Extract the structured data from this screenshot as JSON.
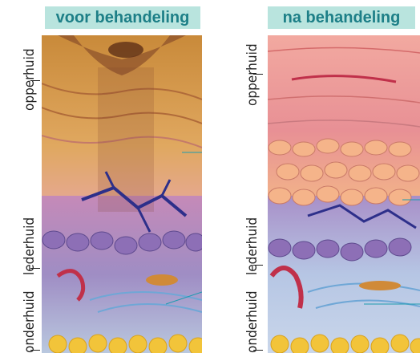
{
  "left_panel": {
    "title": "voor behandeling",
    "labels": {
      "epidermis": "opperhuid",
      "dermis": "lederhuid",
      "subcutis": "onderhuid"
    }
  },
  "right_panel": {
    "title": "na behandeling",
    "labels": {
      "epidermis": "opperhuid",
      "dermis": "lederhuid",
      "subcutis": "onderhuid"
    }
  },
  "colors": {
    "header_bg": "#b9e4de",
    "header_text": "#1d7f87"
  }
}
